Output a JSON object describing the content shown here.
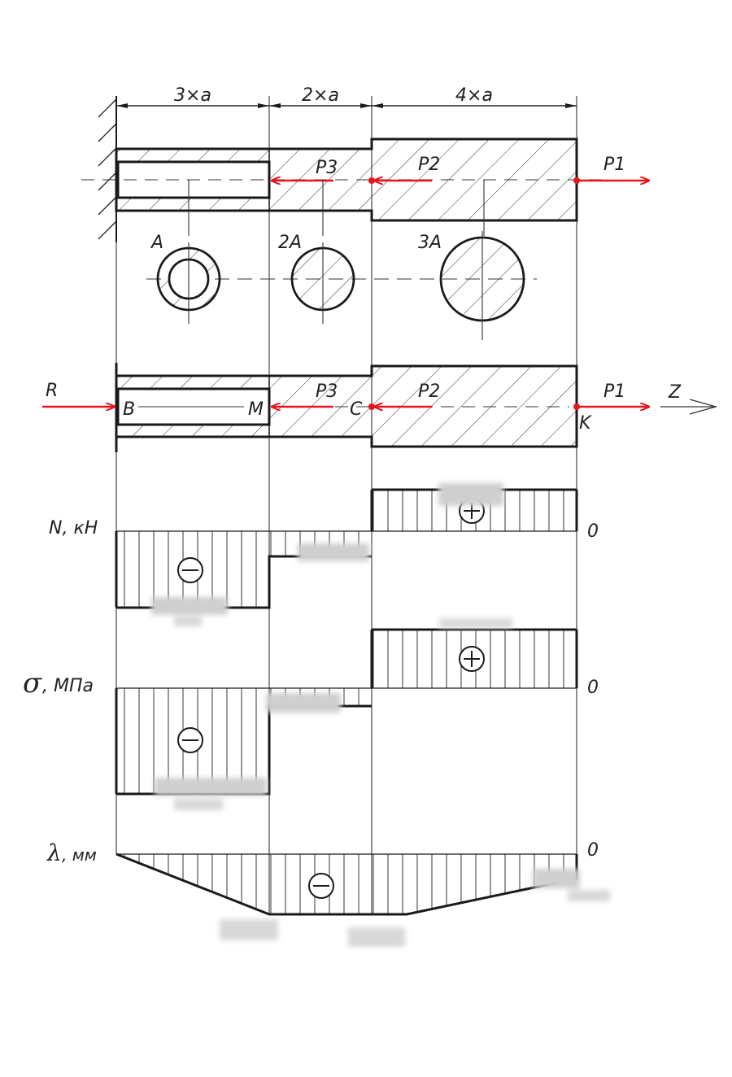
{
  "colors": {
    "force": "#e8141c",
    "line": "#1a1a1a",
    "thin": "#444444"
  },
  "dimensions": [
    "3×a",
    "2×a",
    "4×a"
  ],
  "sections": [
    "A",
    "2A",
    "3A"
  ],
  "forces": {
    "p1": "P1",
    "p2": "P2",
    "p3": "P3",
    "reaction": "R"
  },
  "points": {
    "b": "B",
    "m": "M",
    "c": "C",
    "k": "K"
  },
  "axis_label": "Z",
  "diagrams": {
    "n_label": "N, кН",
    "sigma_label": ", МПа",
    "sigma_symbol": "σ",
    "lambda_label": ", мм",
    "lambda_symbol": "λ",
    "zero": "0"
  },
  "signs": {
    "plus": "⊕",
    "minus": "⊖"
  }
}
